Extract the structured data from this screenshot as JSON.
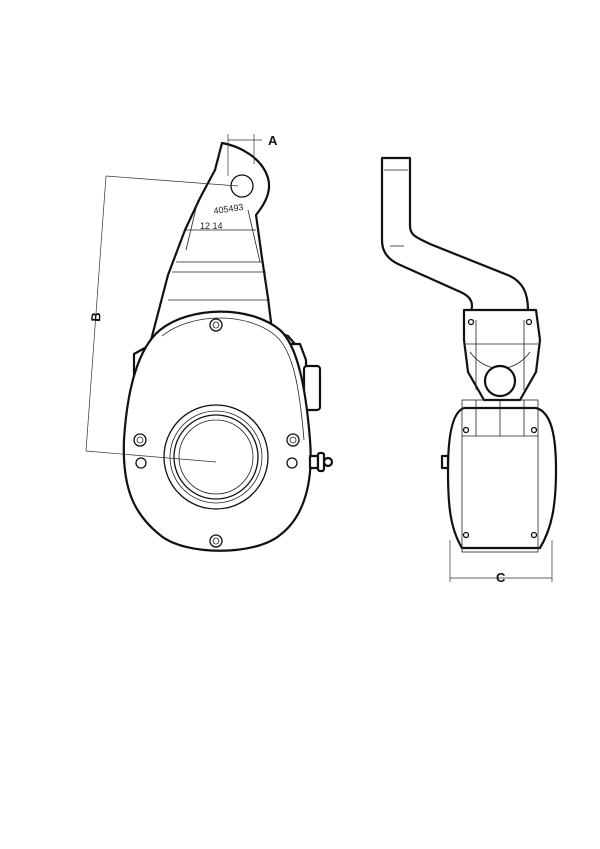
{
  "dimensions": {
    "a_label": "A",
    "b_label": "B",
    "c_label": "C"
  },
  "markings": {
    "part_number": "405493",
    "date_code": "12 14"
  }
}
